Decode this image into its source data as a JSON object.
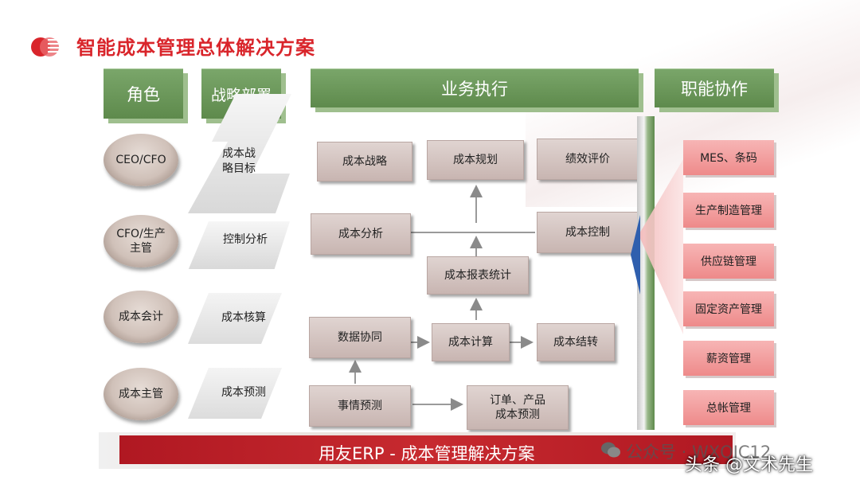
{
  "title": "智能成本管理总体解决方案",
  "headers": {
    "role": "角色",
    "strategy": "战略部署",
    "business": "业务执行",
    "function": "职能协作"
  },
  "roles": [
    "CEO/CFO",
    "CFO/生产\n主管",
    "成本会计",
    "成本主管"
  ],
  "strategy_items": [
    "成本战\n略目标",
    "控制分析",
    "成本核算",
    "成本预测"
  ],
  "business_boxes": {
    "cost_strategy": "成本战略",
    "cost_planning": "成本规划",
    "performance_eval": "绩效评价",
    "cost_analysis": "成本分析",
    "cost_control": "成本控制",
    "cost_report": "成本报表统计",
    "data_collab": "数据协同",
    "cost_calc": "成本计算",
    "cost_transfer": "成本结转",
    "event_forecast": "事情预测",
    "order_forecast": "订单、产品\n成本预测"
  },
  "functions": [
    "MES、条码",
    "生产制造管理",
    "供应链管理",
    "固定资产管理",
    "薪资管理",
    "总帐管理"
  ],
  "footer": "用友ERP - 成本管理解决方案",
  "watermark_wechat": "公众号 · WXQJC12",
  "watermark_toutiao": "头条 @文术先生",
  "colors": {
    "title": "#d9252b",
    "header": "#6b9659",
    "footer": "#c0202a",
    "function_box": "#f29b9b"
  }
}
